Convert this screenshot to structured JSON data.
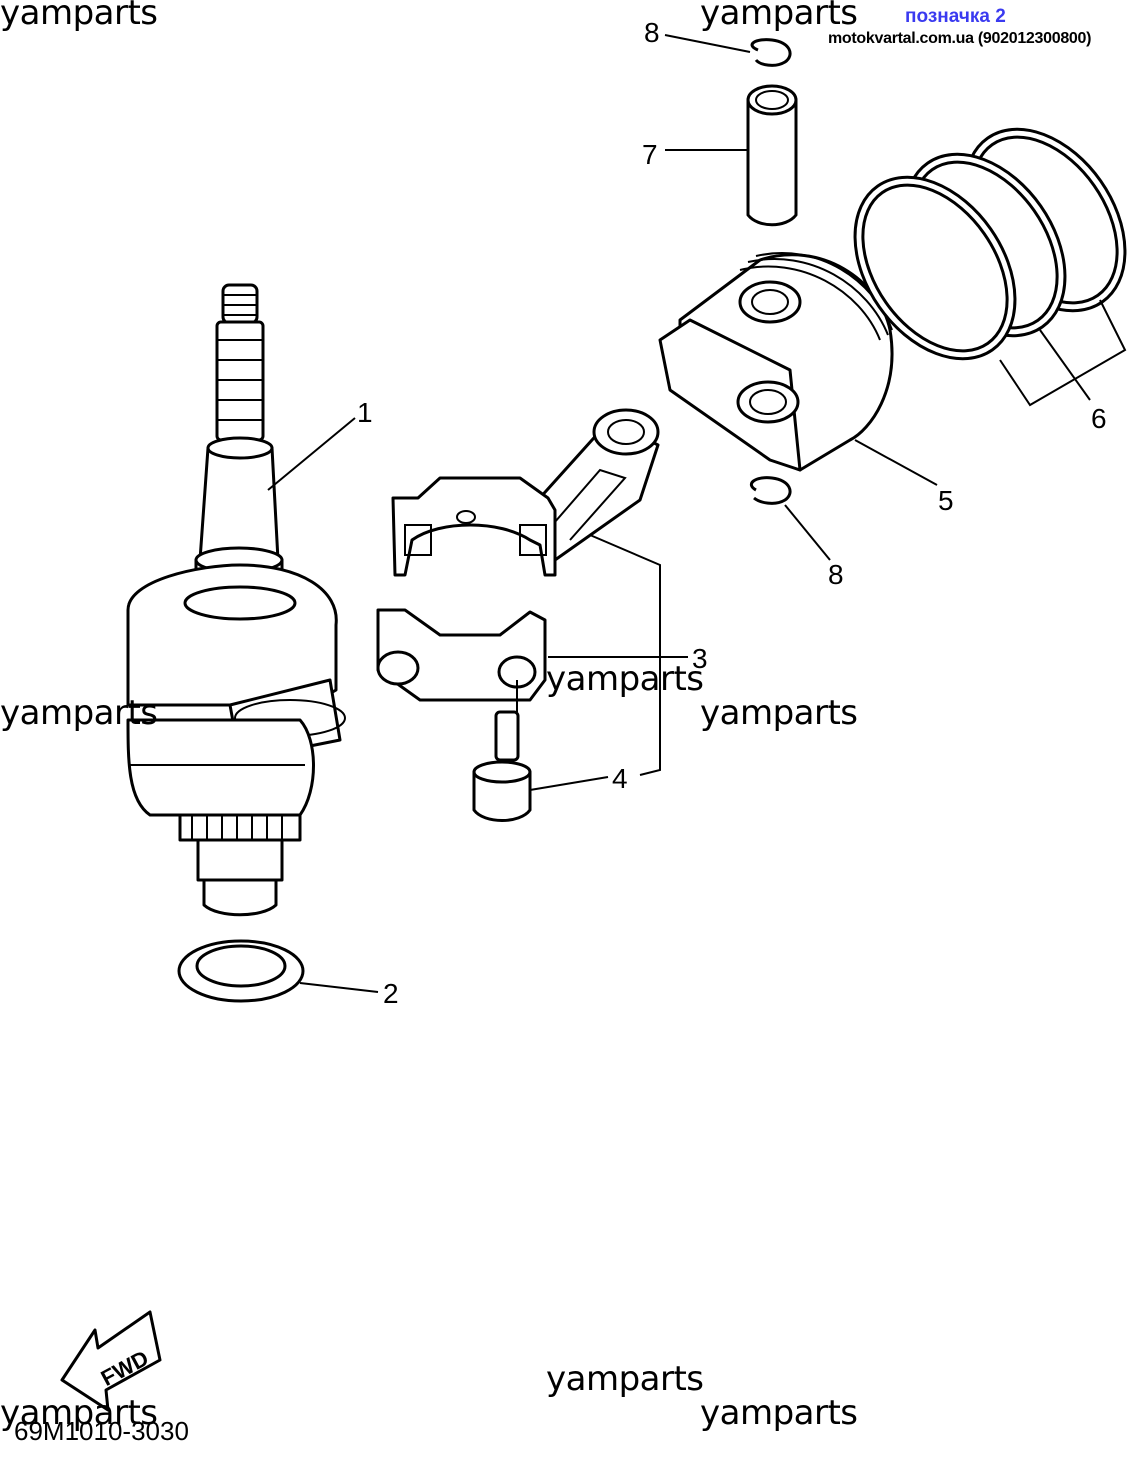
{
  "header": {
    "tag": "позначка 2",
    "site": "motokvartal.com.ua (902012300800)"
  },
  "watermark": "yamparts",
  "callouts": {
    "p1": "1",
    "p2": "2",
    "p3": "3",
    "p4": "4",
    "p5": "5",
    "p6": "6",
    "p7": "7",
    "p8a": "8",
    "p8b": "8"
  },
  "fwd_label": "FWD",
  "diagram_code": "69M1010-3030"
}
